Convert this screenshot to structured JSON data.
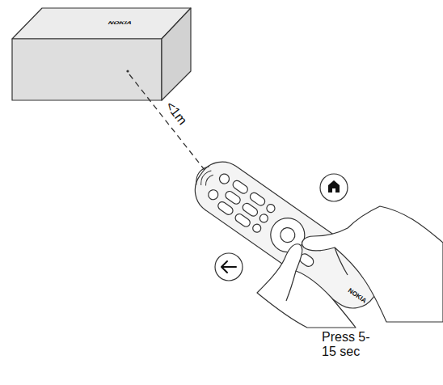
{
  "diagram": {
    "labels": [
      "NOKIA",
      "<1m",
      "NOKIA",
      "Press 5-15 sec"
    ]
  }
}
